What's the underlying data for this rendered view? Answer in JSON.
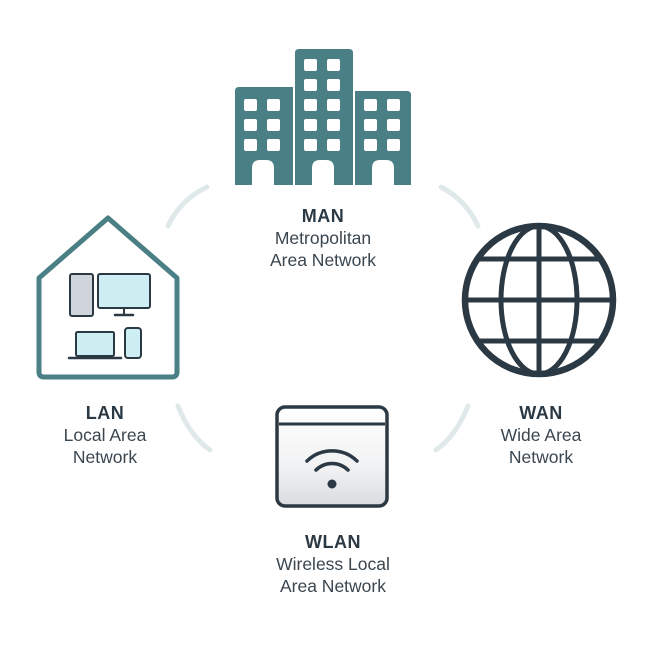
{
  "networks": {
    "man": {
      "acronym": "MAN",
      "line1": "Metropolitan",
      "line2": "Area Network",
      "icon": "buildings-icon"
    },
    "lan": {
      "acronym": "LAN",
      "line1": "Local Area",
      "line2": "Network",
      "icon": "house-devices-icon"
    },
    "wan": {
      "acronym": "WAN",
      "line1": "Wide Area",
      "line2": "Network",
      "icon": "globe-icon"
    },
    "wlan": {
      "acronym": "WLAN",
      "line1": "Wireless Local",
      "line2": "Area Network",
      "icon": "wifi-router-icon"
    }
  },
  "colors": {
    "teal": "#4a7f86",
    "navy": "#2b3944",
    "ring": "#e0e9e9",
    "screen": "#cdeef3"
  }
}
